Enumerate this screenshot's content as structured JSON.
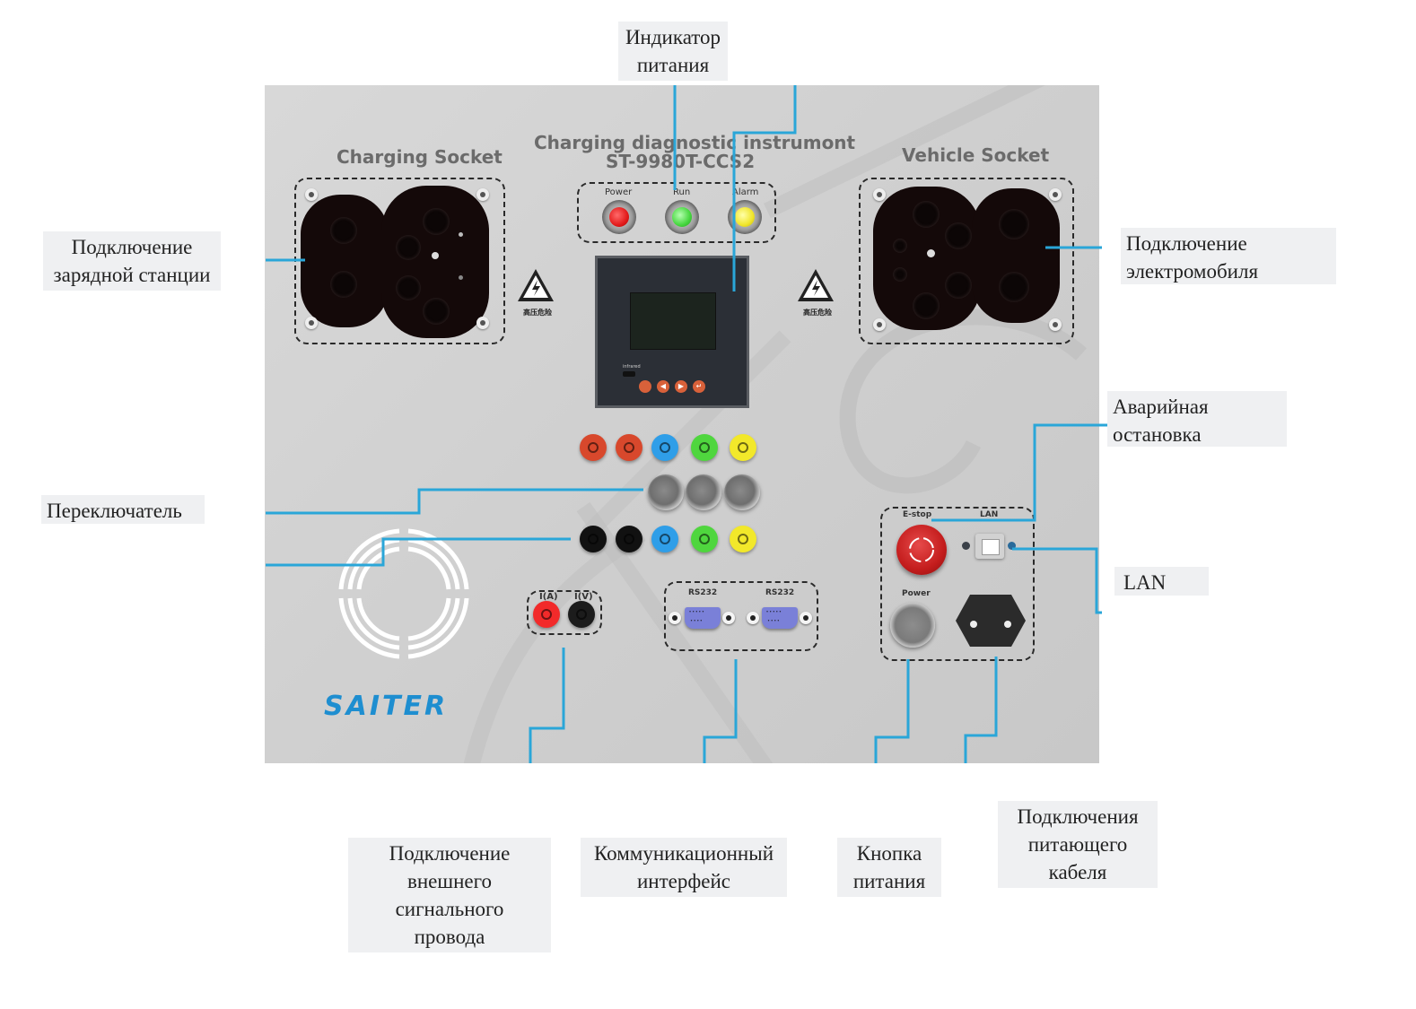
{
  "colors": {
    "callout_line": "#2aa6d8",
    "callout_bg": "#eff0f2",
    "panel": "#d0d0d0",
    "brand": "#1e8ed0"
  },
  "panel": {
    "title_line1": "Charging diagnostic instrumont",
    "title_line2": "ST-9980T-CCS2",
    "charging_socket_title": "Charging Socket",
    "vehicle_socket_title": "Vehicle Socket",
    "hv_warning_text": "高压危险",
    "indicators": [
      {
        "label": "Power",
        "color": "#e31b1b"
      },
      {
        "label": "Run",
        "color": "#45d63e"
      },
      {
        "label": "Alarm",
        "color": "#f0e52a"
      }
    ],
    "meter": {
      "ir_label": "infrared"
    },
    "jacks_top_colors": [
      "#d8482c",
      "#d8482c",
      "#2f9ee8",
      "#4fd63e",
      "#f2e82a"
    ],
    "jacks_bottom_colors": [
      "#111111",
      "#111111",
      "#2f9ee8",
      "#4fd63e",
      "#f2e82a"
    ],
    "switch_count": 3,
    "signal_labels": [
      "I(A)",
      "I(V)"
    ],
    "rs232_labels": [
      "RS232",
      "RS232"
    ],
    "estop_label": "E-stop",
    "lan_label": "LAN",
    "power_label": "Power",
    "brand": "SAITER"
  },
  "callouts": {
    "power_indicator": "Индикатор питания",
    "charging_station": "Подключение зарядной станции",
    "vehicle": "Подключение электромобиля",
    "emergency_stop": "Аварийная остановка",
    "switch": "Переключатель",
    "lan": "LAN",
    "external_signal": "Подключение внешнего сигнального провода",
    "comm_interface": "Коммуникационный интерфейс",
    "power_button": "Кнопка питания",
    "power_cable": "Подключения питающего кабеля"
  }
}
